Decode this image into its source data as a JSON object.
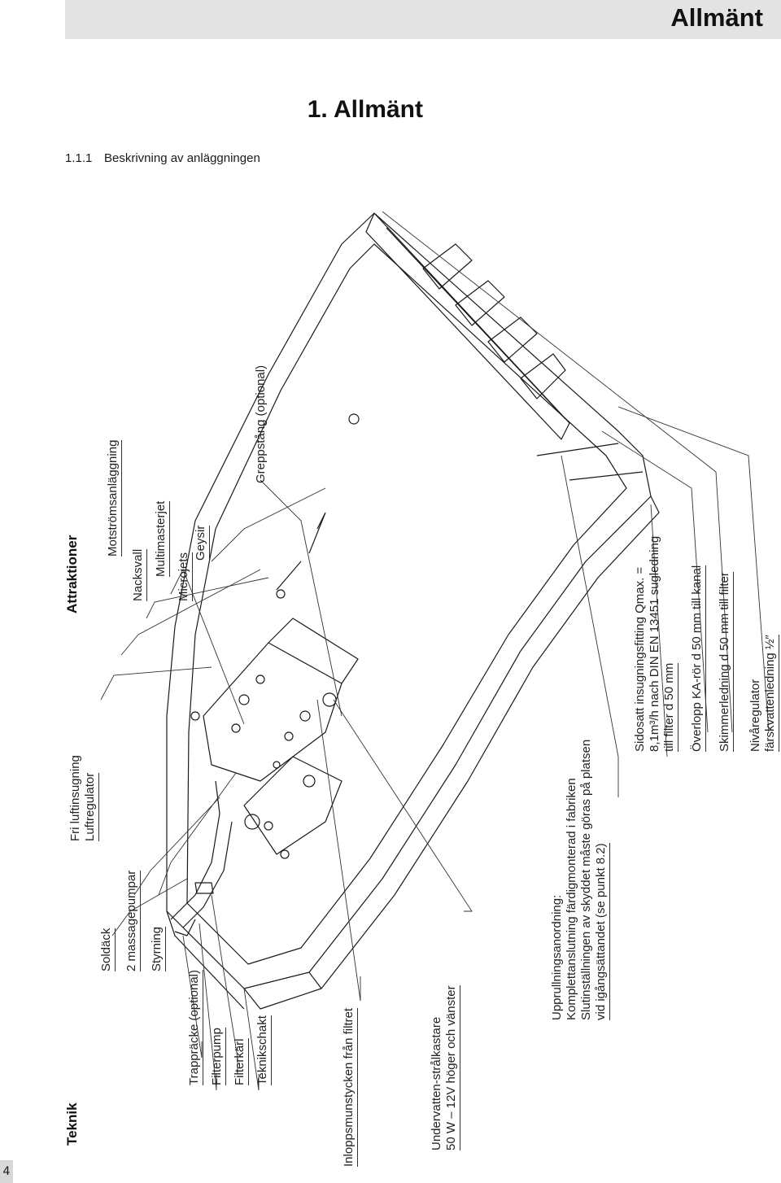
{
  "header": {
    "title": "Allmänt"
  },
  "chapter": {
    "title": "1. Allmänt"
  },
  "section": {
    "number": "1.1.1",
    "title": "Beskrivning av anläggningen"
  },
  "page_number": "4",
  "groups": {
    "teknik": "Teknik",
    "attraktioner": "Attraktioner"
  },
  "labels": {
    "trappracke": "Trappräcke (optional)",
    "filterpump": "Filterpump",
    "filterkarl": "Filterkärl",
    "teknikschakt": "Teknikschakt",
    "inloppsmunstycken": "Inloppsmunstycken  från filtret",
    "undervatten_1": "Undervatten-strålkastare",
    "undervatten_2": "50 W – 12V höger och vänster",
    "soldack": "Soldäck",
    "massagepumpar": "2 massagepumpar",
    "styrning": "Styrning",
    "fri_luftinsugning": "Fri luftinsugning",
    "luftregulator": "Luftregulator",
    "upprullning_1": "Upprullningsanordning:",
    "upprullning_2": "Komplettanslutning färdigmonterad i fabriken",
    "upprullning_3": "Slutinställningen av skyddet måste göras på platsen",
    "upprullning_4": "vid igångsättandet (se punkt 8.2)",
    "motstromsanlaggning": "Motströmsanläggning",
    "nacksvall": "Nacksvall",
    "multimasterjet": "Multimasterjet",
    "microjets": "Microjets",
    "geysir": "Geysir",
    "greppstang": "Greppstång (optional)",
    "sidosatt_1": "Sidosatt insugningsfitting Qmax. =",
    "sidosatt_2": "8,1m³/h nach DIN EN 13451 sugledning",
    "sidosatt_3": "till filter d 50 mm",
    "overlopp": "Överlopp KA-rör d 50 mm till kanal",
    "skimmerledning": "Skimmerledning d 50 mm till filter",
    "nivaregulator": "Nivåregulator",
    "farskvattenledning": "färskvattenledning ½″"
  }
}
